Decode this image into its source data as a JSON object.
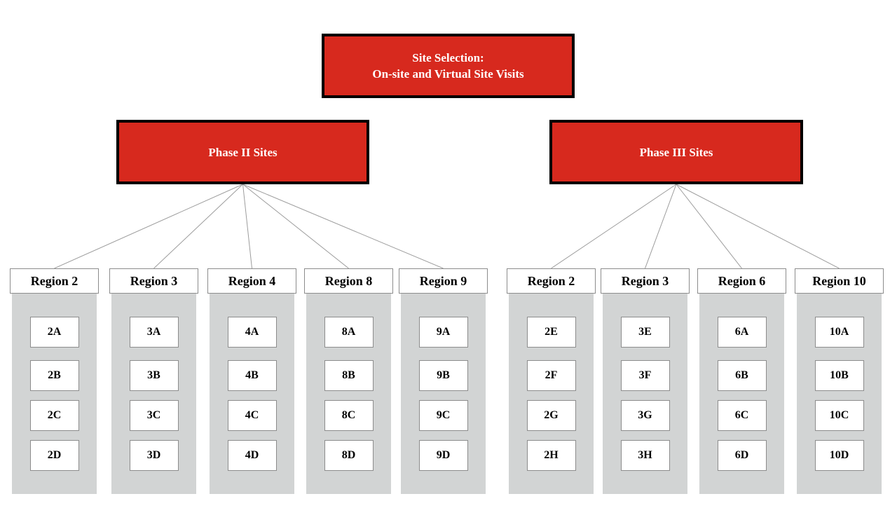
{
  "title_box": {
    "line1": "Site Selection:",
    "line2": "On-site and Virtual Site Visits"
  },
  "phases": [
    {
      "label": "Phase II Sites",
      "regions": [
        {
          "title": "Region 2",
          "sites": [
            "2A",
            "2B",
            "2C",
            "2D"
          ]
        },
        {
          "title": "Region 3",
          "sites": [
            "3A",
            "3B",
            "3C",
            "3D"
          ]
        },
        {
          "title": "Region 4",
          "sites": [
            "4A",
            "4B",
            "4C",
            "4D"
          ]
        },
        {
          "title": "Region 8",
          "sites": [
            "8A",
            "8B",
            "8C",
            "8D"
          ]
        },
        {
          "title": "Region 9",
          "sites": [
            "9A",
            "9B",
            "9C",
            "9D"
          ]
        }
      ]
    },
    {
      "label": "Phase III Sites",
      "regions": [
        {
          "title": "Region 2",
          "sites": [
            "2E",
            "2F",
            "2G",
            "2H"
          ]
        },
        {
          "title": "Region 3",
          "sites": [
            "3E",
            "3F",
            "3G",
            "3H"
          ]
        },
        {
          "title": "Region 6",
          "sites": [
            "6A",
            "6B",
            "6C",
            "6D"
          ]
        },
        {
          "title": "Region 10",
          "sites": [
            "10A",
            "10B",
            "10C",
            "10D"
          ]
        }
      ]
    }
  ],
  "colors": {
    "box_red": "#D7291E",
    "box_border": "#000000",
    "column_gray": "#D2D4D4",
    "cell_border": "#8C8C8C",
    "connector": "#9C9C9C",
    "text_white": "#FFFFFF",
    "text_black": "#000000"
  }
}
